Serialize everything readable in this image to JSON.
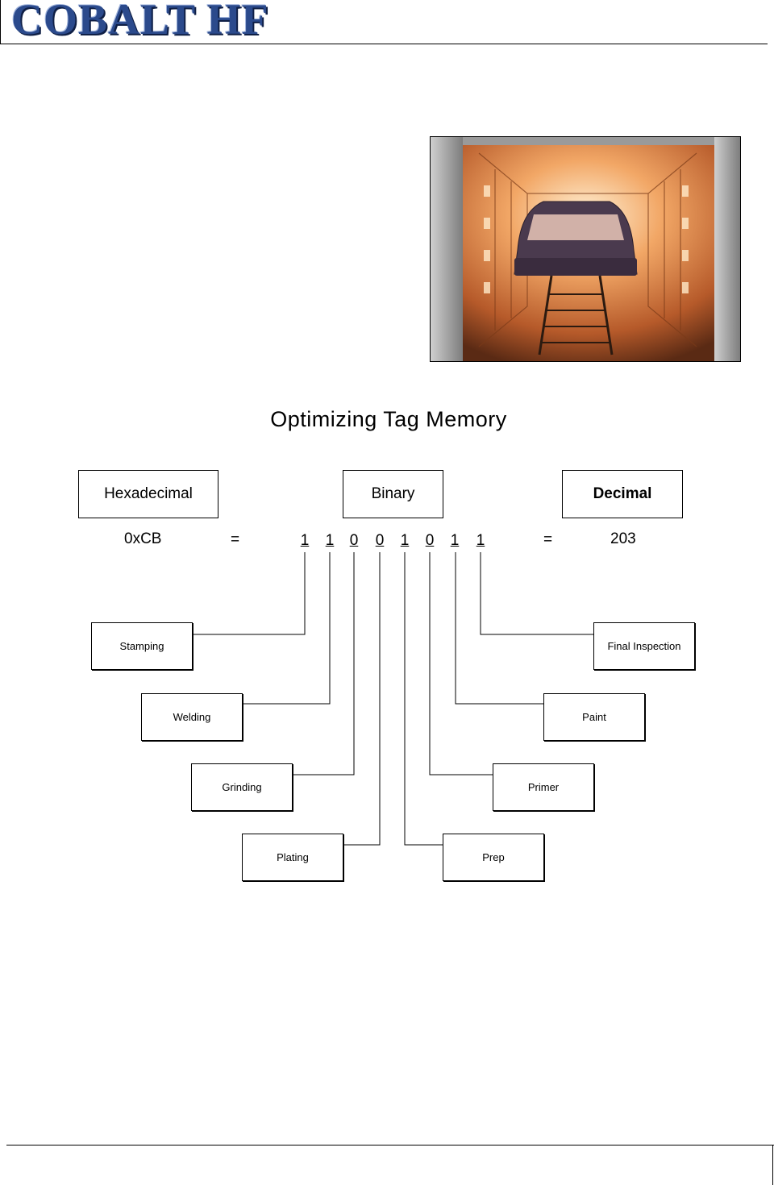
{
  "header": {
    "logo_text": "COBALT HF"
  },
  "photo": {
    "subject": "car-body-paint-booth-photo"
  },
  "diagram": {
    "title": "Optimizing Tag Memory",
    "columns": {
      "hex_label": "Hexadecimal",
      "binary_label": "Binary",
      "decimal_label": "Decimal"
    },
    "hex_value": "0xCB",
    "equals": "=",
    "decimal_value": "203",
    "bits": [
      "1",
      "1",
      "0",
      "0",
      "1",
      "0",
      "1",
      "1"
    ],
    "stages_left": [
      "Stamping",
      "Welding",
      "Grinding",
      "Plating"
    ],
    "stages_right": [
      "Final Inspection",
      "Paint",
      "Primer",
      "Prep"
    ]
  }
}
